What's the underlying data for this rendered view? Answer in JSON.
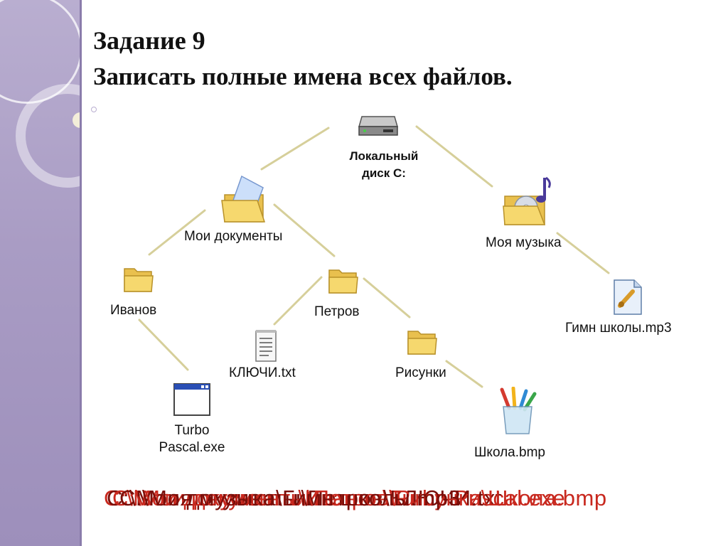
{
  "slide": {
    "title": "Задание 9",
    "subtitle": "Записать полные имена всех файлов."
  },
  "nodes": {
    "disk": {
      "label_line1": "Локальный",
      "label_line2": "диск С:",
      "icon": "hard-drive-icon"
    },
    "my_documents": {
      "label": "Мои документы",
      "icon": "documents-folder-icon"
    },
    "my_music": {
      "label": "Моя музыка",
      "icon": "music-folder-icon"
    },
    "ivanov": {
      "label": "Иванов",
      "icon": "folder-icon"
    },
    "petrov": {
      "label": "Петров",
      "icon": "folder-icon"
    },
    "pictures": {
      "label": "Рисунки",
      "icon": "folder-icon"
    },
    "keys_file": {
      "label": "КЛЮЧИ.txt",
      "icon": "text-file-icon"
    },
    "turbo": {
      "label_line1": "Turbo",
      "label_line2": "Pascal.exe",
      "icon": "application-window-icon"
    },
    "school_bmp": {
      "label": "Школа.bmp",
      "icon": "paint-brushes-icon"
    },
    "anthem": {
      "label": "Гимн школы.mp3",
      "icon": "audio-file-icon"
    }
  },
  "answers": [
    "С:\\Мои документы\\Иванов\\Turbo Pascal.exe",
    "С:\\Мои документы\\Петров\\КЛЮЧИ.txt",
    "С:\\Мои документы\\Петров\\Рисунки\\Школа.bmp",
    "С:\\Моя музыка\\Гимн школы.mp3"
  ],
  "colors": {
    "sidebar": "#a99cc4",
    "connector": "#d6cf9a",
    "answer_text": "#c8281e",
    "folder": "#f2d064"
  }
}
